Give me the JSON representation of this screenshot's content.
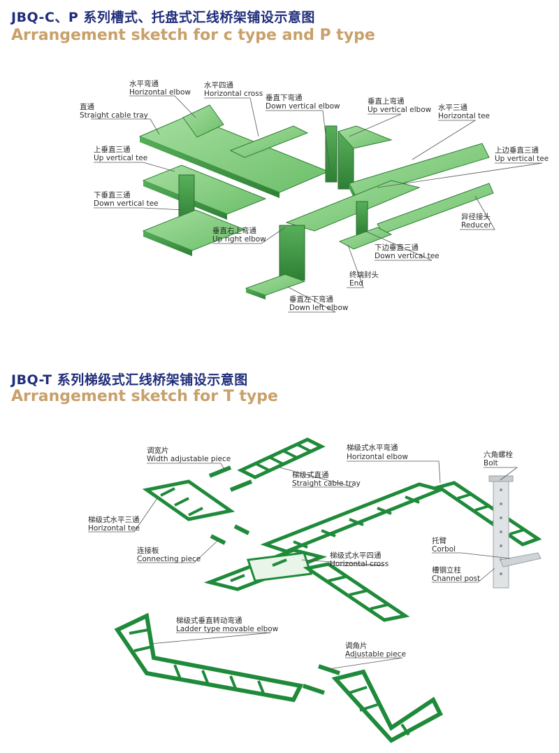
{
  "sections": [
    {
      "title_cn": "JBQ-C、P 系列槽式、托盘式汇线桥架铺设示意图",
      "title_en": "Arrangement sketch for c type and P type",
      "labels": [
        {
          "cn": "直通",
          "en": "Straight cable tray"
        },
        {
          "cn": "水平弯通",
          "en": "Horizontal elbow"
        },
        {
          "cn": "水平四通",
          "en": "Horizontal cross"
        },
        {
          "cn": "垂直下弯通",
          "en": "Down vertical elbow"
        },
        {
          "cn": "垂直上弯通",
          "en": "Up vertical elbow"
        },
        {
          "cn": "水平三通",
          "en": "Horizontal tee"
        },
        {
          "cn": "上边垂直三通",
          "en": "Up vertical tee"
        },
        {
          "cn": "上垂直三通",
          "en": "Up vertical tee"
        },
        {
          "cn": "下垂直三通",
          "en": "Down vertical tee"
        },
        {
          "cn": "垂直右上弯通",
          "en": "Up right elbow"
        },
        {
          "cn": "异径接头",
          "en": "Reducer"
        },
        {
          "cn": "下边垂直三通",
          "en": "Down vertical tee"
        },
        {
          "cn": "终端封头",
          "en": "End"
        },
        {
          "cn": "垂直左下弯通",
          "en": "Down left elbow"
        }
      ]
    },
    {
      "title_cn": "JBQ-T 系列梯级式汇线桥架铺设示意图",
      "title_en": "Arrangement sketch for T type",
      "labels": [
        {
          "cn": "调宽片",
          "en": "Width adjustable  piece"
        },
        {
          "cn": "梯级式直通",
          "en": "Straight cable tray"
        },
        {
          "cn": "梯级式水平弯通",
          "en": "Horizontal elbow"
        },
        {
          "cn": "六角螺栓",
          "en": "Bolt"
        },
        {
          "cn": "梯级式水平三通",
          "en": "Horizontal tee"
        },
        {
          "cn": "托臂",
          "en": "Corbol"
        },
        {
          "cn": "连接板",
          "en": "Connecting piece"
        },
        {
          "cn": "梯级式水平四通",
          "en": "Horizontal cross"
        },
        {
          "cn": "槽钢立柱",
          "en": "Channel post"
        },
        {
          "cn": "梯级式垂直转动弯通",
          "en": "Ladder type movable elbow"
        },
        {
          "cn": "调角片",
          "en": "Adjustable piece"
        }
      ]
    }
  ],
  "colors": {
    "title_cn": "#1f2d7a",
    "title_en": "#c8a06a",
    "tray_top": "#8fd48c",
    "tray_side": "#3f9a43",
    "ladder": "#1e8a3a",
    "ladder_dark": "#0f6a28"
  }
}
